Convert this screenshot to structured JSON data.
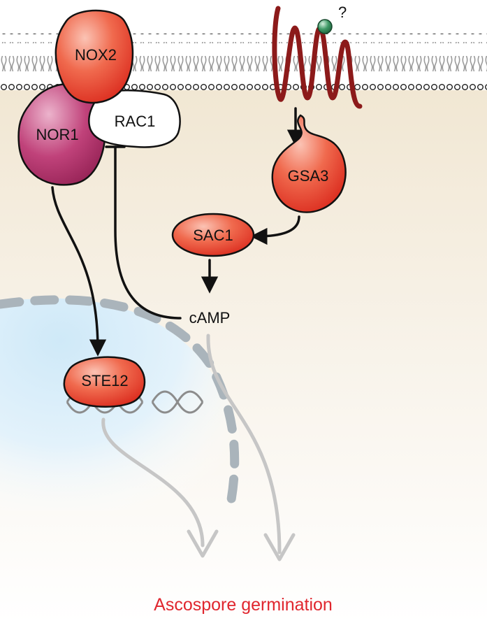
{
  "diagram": {
    "proteins": {
      "nox2": "NOX2",
      "nor1": "NOR1",
      "rac1": "RAC1",
      "gsa3": "GSA3",
      "sac1": "SAC1",
      "ste12": "STE12"
    },
    "second_messenger": "cAMP",
    "unknown_ligand_mark": "?",
    "outcome": "Ascospore germination"
  },
  "colors": {
    "protein_red": "#e8412a",
    "protein_light": "#f59a86",
    "nor1_purple": "#a8245f",
    "gpcr_maroon": "#8c1a1a",
    "ligand_green": "#2f8a57",
    "cytoplasm": "#f4ecdc",
    "nucleus": "#d9eef9",
    "pathway_gray": "#c8c8c8",
    "outcome_red": "#e0262e"
  },
  "icons": [
    "membrane-bilayer",
    "gpcr-receptor",
    "dna-helix",
    "nuclear-envelope"
  ]
}
